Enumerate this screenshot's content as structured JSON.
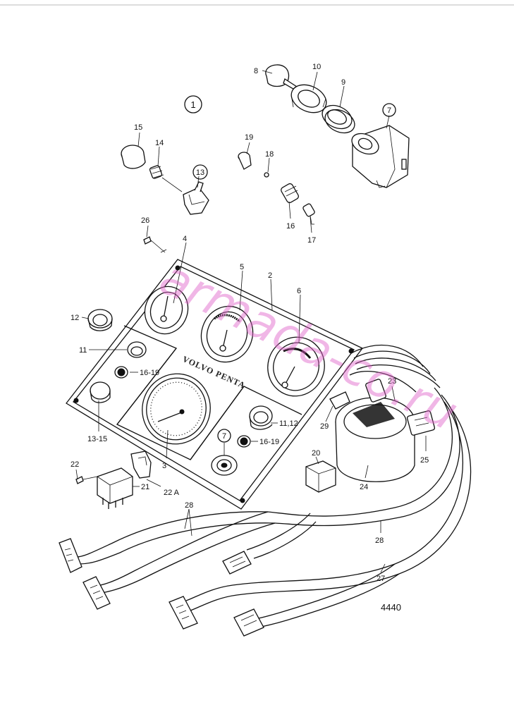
{
  "diagram": {
    "figure_circle": "1",
    "drawing_number": "4440",
    "brand_text": "VOLVO PENTA",
    "watermark": "armada-co.ru",
    "labels": {
      "p2": "2",
      "p3": "3",
      "p4": "4",
      "p5": "5",
      "p6": "6",
      "p7a": "7",
      "p7b": "7",
      "p8": "8",
      "p9": "9",
      "p10": "10",
      "p11": "11",
      "p11_12": "11,12",
      "p12": "12",
      "p13": "13",
      "p13_15": "13-15",
      "p14": "14",
      "p15": "15",
      "p16": "16",
      "p16_19a": "16-19",
      "p16_19b": "16-19",
      "p17": "17",
      "p18": "18",
      "p19": "19",
      "p20": "20",
      "p21": "21",
      "p22": "22",
      "p22a": "22 A",
      "p23": "23",
      "p24": "24",
      "p25": "25",
      "p26": "26",
      "p27": "27",
      "p28a": "28",
      "p28b": "28",
      "p29": "29"
    }
  }
}
